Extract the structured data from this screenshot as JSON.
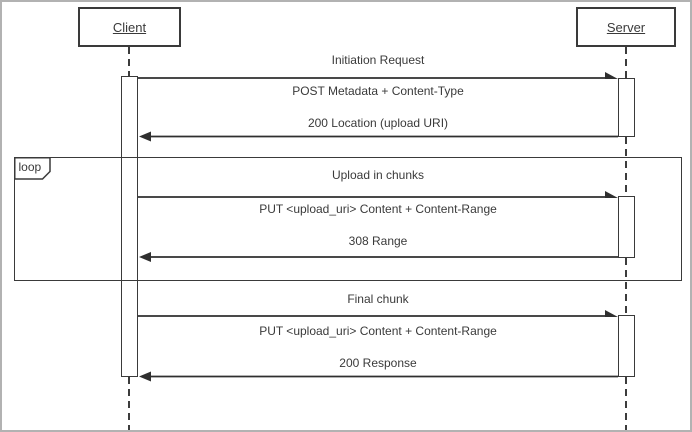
{
  "actors": {
    "client": "Client",
    "server": "Server"
  },
  "loop_label": "loop",
  "sections": [
    {
      "title": "Initiation Request",
      "request": "POST Metadata + Content-Type",
      "response": "200 Location (upload URI)"
    },
    {
      "title": "Upload in chunks",
      "request": "PUT <upload_uri> Content + Content-Range",
      "response": "308 Range"
    },
    {
      "title": "Final chunk",
      "request": "PUT <upload_uri> Content + Content-Range",
      "response": "200 Response"
    }
  ],
  "colors": {
    "line": "#3a3a3a",
    "text": "#3a3a3a",
    "background": "#ffffff",
    "outer_border": "#b2b2b2"
  }
}
